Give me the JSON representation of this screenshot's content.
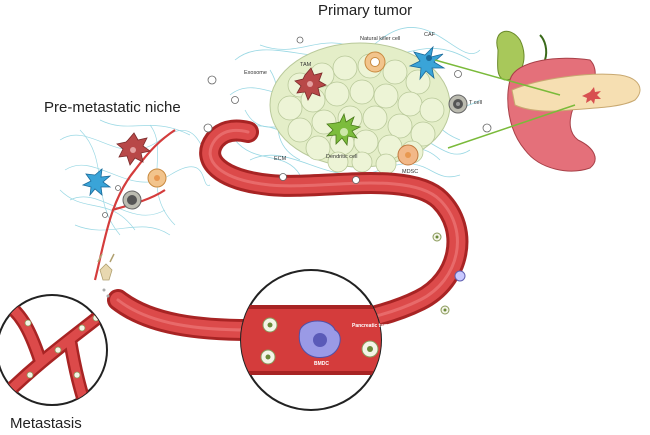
{
  "headings": {
    "primary_tumor": "Primary tumor",
    "pre_metastatic_niche": "Pre-metastatic niche",
    "metastasis": "Metastasis"
  },
  "cell_labels": {
    "caf": "CAF",
    "natural_killer": "Natural killer cell",
    "exosome": "Exosome",
    "tam": "TAM",
    "t_cell": "T cell",
    "ecm": "ECM",
    "dendritic": "Dendritic cell",
    "mdsc": "MDSC",
    "bmdc": "BMDC",
    "pancreatic_tumor_cell": "Pancreatic tumor cell"
  },
  "colors": {
    "vessel": "#d43c3c",
    "vessel_dark": "#a82424",
    "tumor_cell": "#e4eec8",
    "ecm_fiber": "#9ad8e4",
    "organ": "#e4707a",
    "pancreas": "#f6dfb2",
    "gallbladder": "#a8c85a"
  }
}
